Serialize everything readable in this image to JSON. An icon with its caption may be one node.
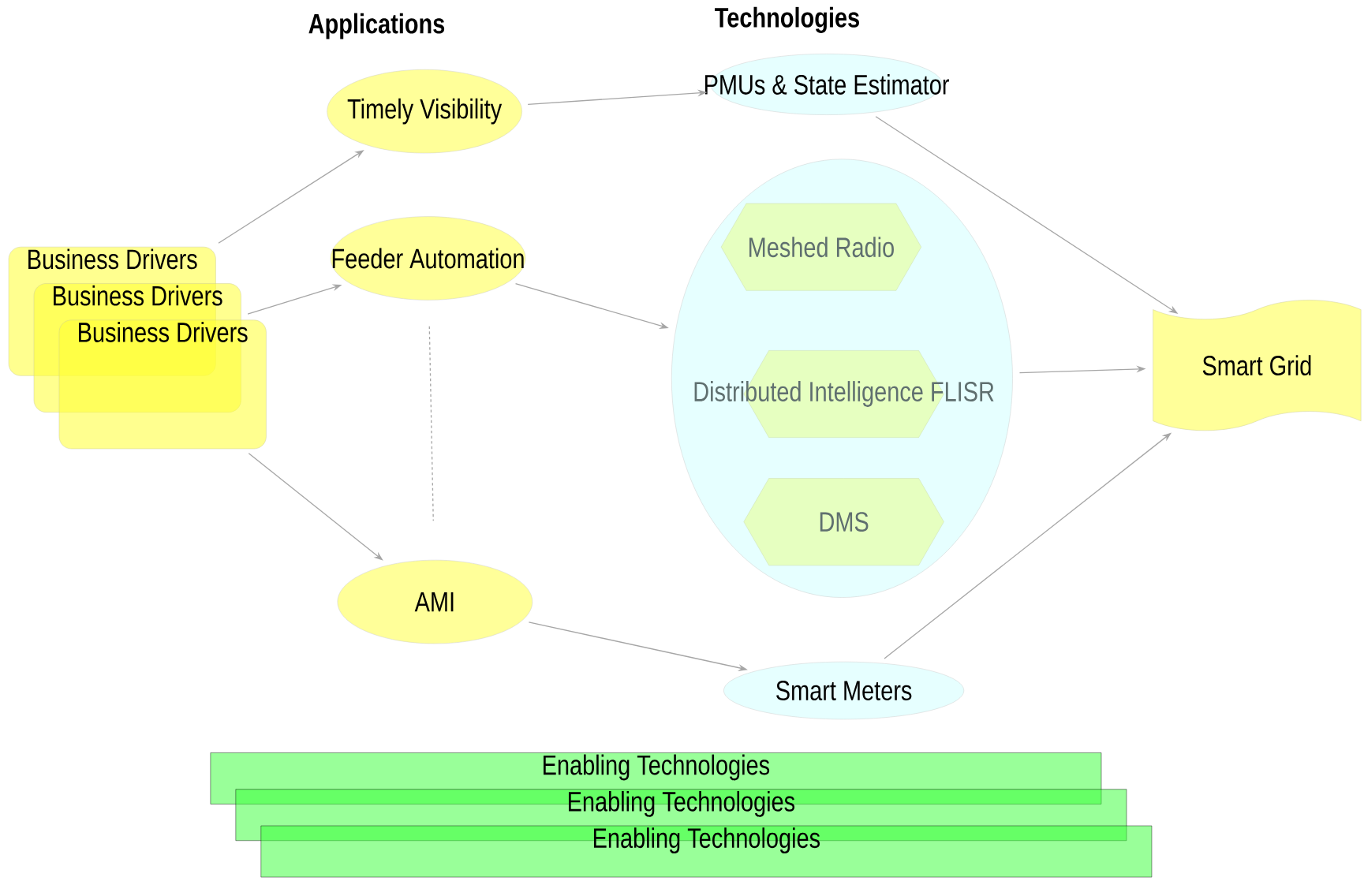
{
  "diagram": {
    "nodes": [
      {
        "text": [
          "Business Drivers"
        ]
      },
      {
        "text": [
          "Business Drivers"
        ]
      },
      {
        "text": [
          "Business Drivers"
        ]
      },
      {
        "text": [
          "Timely Visibility"
        ]
      },
      {
        "text": [
          "Feeder Automation"
        ]
      },
      {
        "text": [
          "AMI"
        ]
      },
      {
        "text": [
          "PMUs & State Estimator"
        ]
      },
      {
        "text": [],
        "shape": "ellipse"
      },
      {
        "text": [
          "Meshed Radio"
        ],
        "in": 7
      },
      {
        "text": [
          "Distributed Intelligence FLISR"
        ],
        "in": 7
      },
      {
        "text": [
          "DMS"
        ],
        "in": 7
      },
      {
        "text": [
          "Smart Meters"
        ]
      },
      {
        "text": [
          "Smart Grid"
        ]
      },
      {
        "text": [
          "Enabling Technologies"
        ]
      },
      {
        "text": [
          "Enabling Technologies"
        ]
      },
      {
        "text": [
          "Enabling Technologies"
        ]
      }
    ],
    "edges": [
      {
        "from": 0,
        "to": 3,
        "arrow": "to"
      },
      {
        "from": 1,
        "to": 4,
        "arrow": "to"
      },
      {
        "from": 2,
        "to": 5,
        "arrow": "to"
      },
      {
        "from": 3,
        "to": 6,
        "arrow": "to"
      },
      {
        "from": 4,
        "to": 7,
        "arrow": "to"
      },
      {
        "from": 4,
        "to": 5,
        "arrow": "none",
        "style": "dashed"
      },
      {
        "from": 5,
        "to": 11,
        "arrow": "to"
      },
      {
        "from": 6,
        "to": 12,
        "arrow": "to"
      },
      {
        "from": 7,
        "to": 12,
        "arrow": "to"
      },
      {
        "from": 11,
        "to": 12,
        "arrow": "to"
      }
    ],
    "labels": [
      "Applications",
      "Technologies"
    ]
  }
}
